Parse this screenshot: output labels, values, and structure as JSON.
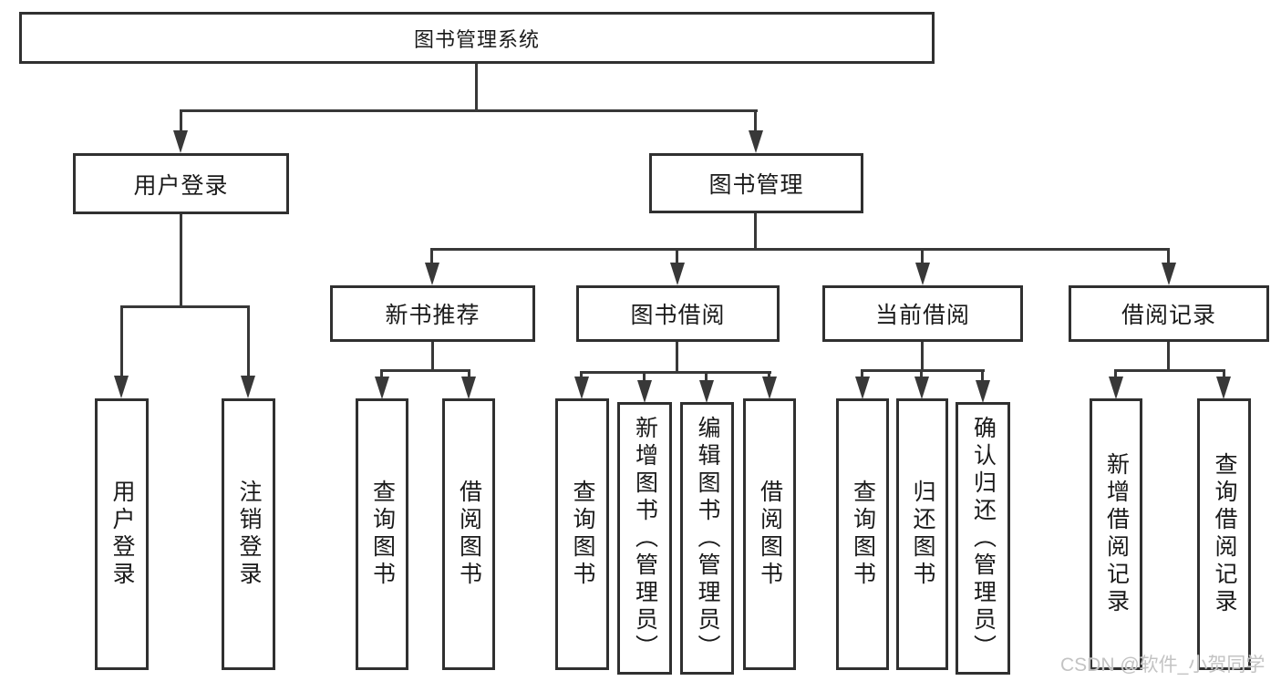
{
  "tree": {
    "root": {
      "label": "图书管理系统"
    },
    "branches": [
      {
        "label": "用户登录",
        "children": [
          {
            "label": "用户登录"
          },
          {
            "label": "注销登录"
          }
        ]
      },
      {
        "label": "图书管理",
        "children": [
          {
            "label": "新书推荐",
            "children": [
              {
                "label": "查询图书"
              },
              {
                "label": "借阅图书"
              }
            ]
          },
          {
            "label": "图书借阅",
            "children": [
              {
                "label": "查询图书"
              },
              {
                "label": "新增图书（管理员）"
              },
              {
                "label": "编辑图书（管理员）"
              },
              {
                "label": "借阅图书"
              }
            ]
          },
          {
            "label": "当前借阅",
            "children": [
              {
                "label": "查询图书"
              },
              {
                "label": "归还图书"
              },
              {
                "label": "确认归还（管理员）"
              }
            ]
          },
          {
            "label": "借阅记录",
            "children": [
              {
                "label": "新增借阅记录"
              },
              {
                "label": "查询借阅记录"
              }
            ]
          }
        ]
      }
    ]
  },
  "watermark": {
    "text": "CSDN @软件_小贺同学"
  },
  "colors": {
    "line": "#383838",
    "box_border": "#303030",
    "text": "#1a1a1a",
    "watermark": "#c3c3c3",
    "background": "#ffffff"
  }
}
